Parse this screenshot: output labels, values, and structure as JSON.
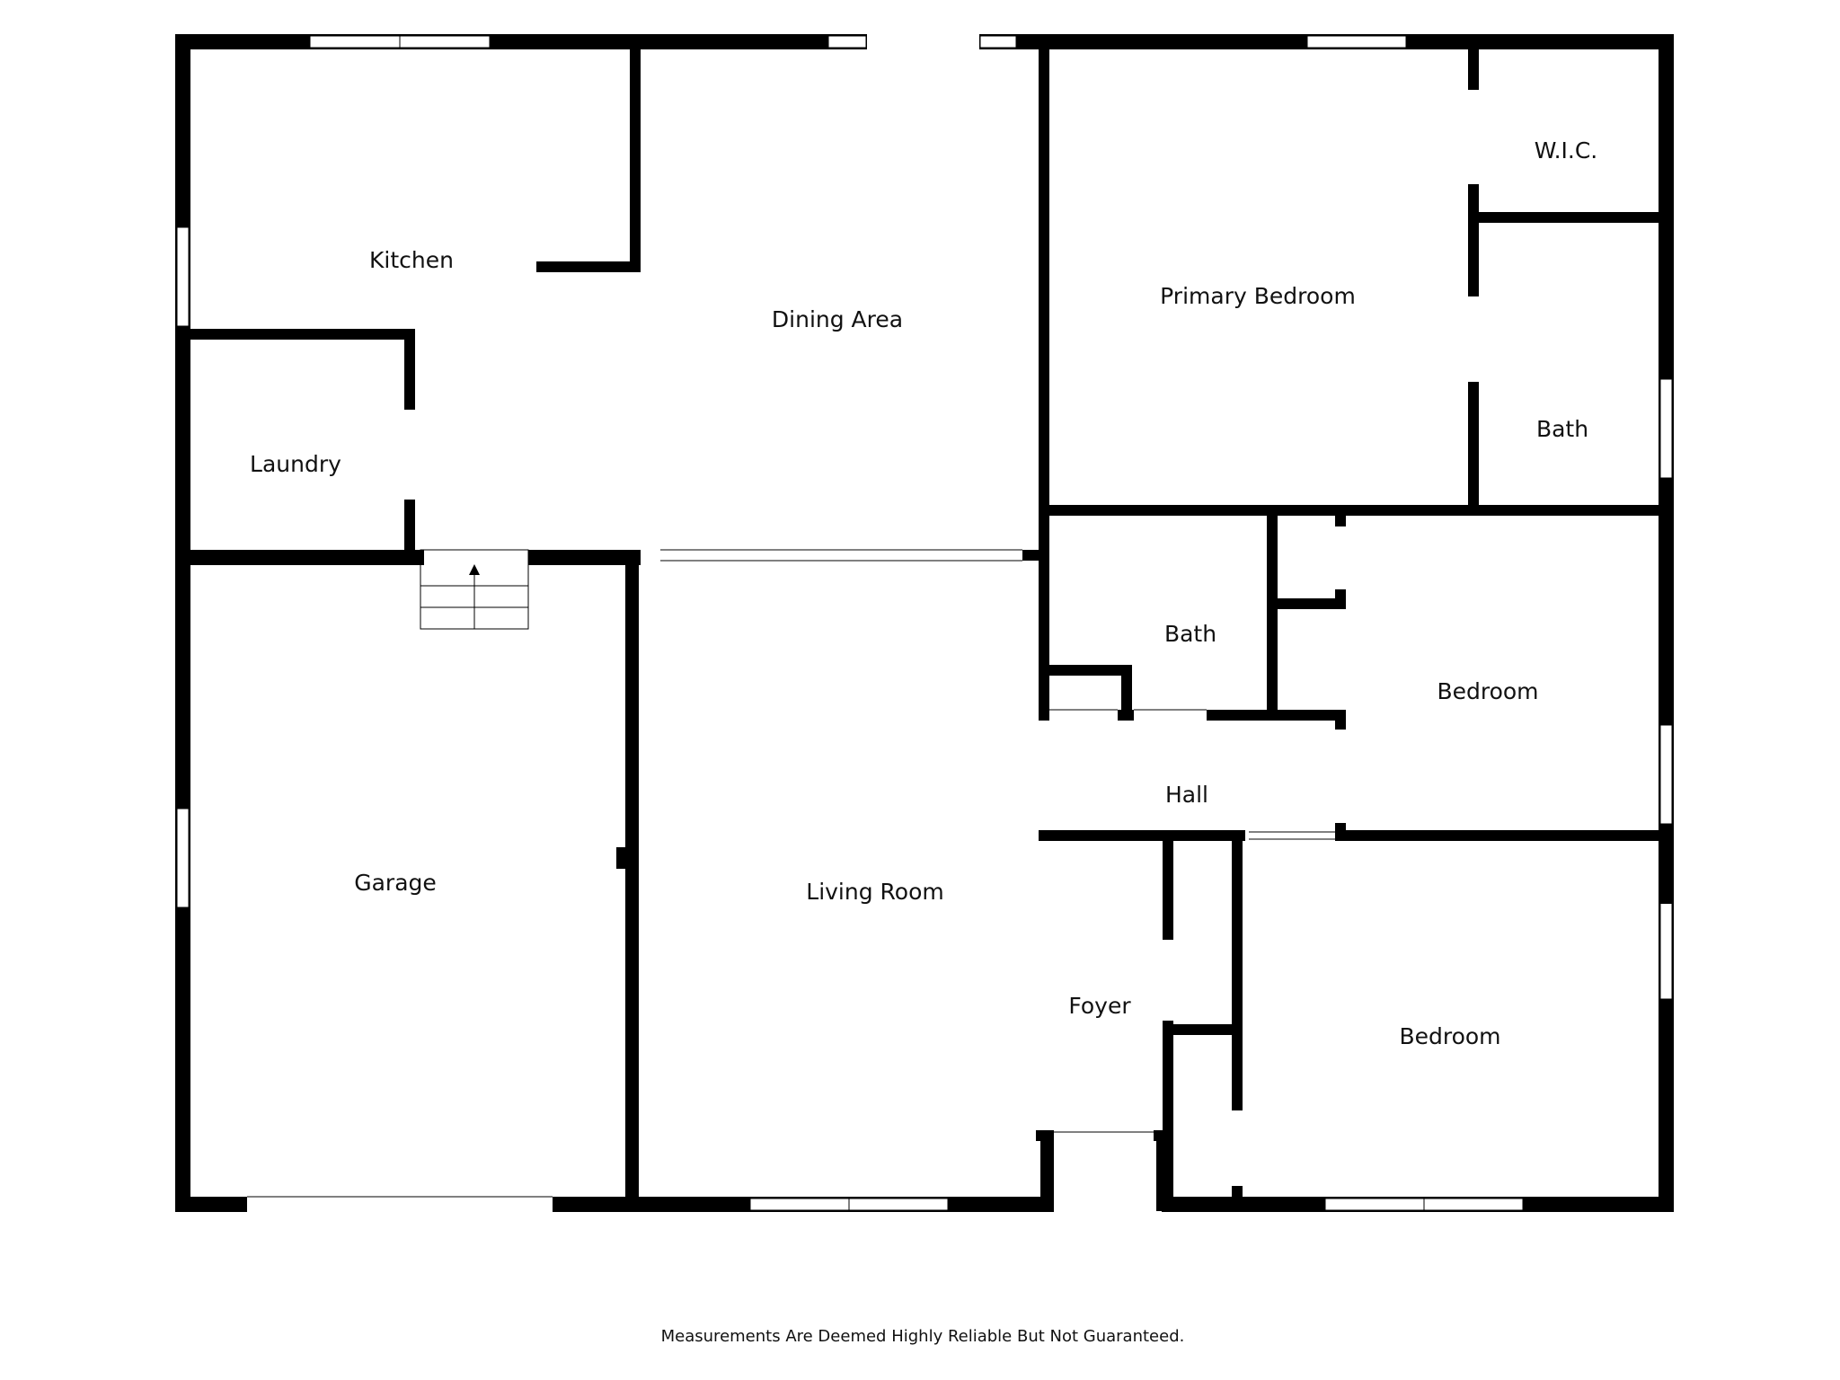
{
  "rooms": {
    "kitchen": "Kitchen",
    "dining_area": "Dining Area",
    "primary_bedroom": "Primary Bedroom",
    "wic": "W.I.C.",
    "bath_primary": "Bath",
    "laundry": "Laundry",
    "bath_hall": "Bath",
    "bedroom_upper": "Bedroom",
    "hall": "Hall",
    "garage": "Garage",
    "living_room": "Living Room",
    "foyer": "Foyer",
    "bedroom_lower": "Bedroom"
  },
  "footer": {
    "disclaimer": "Measurements Are Deemed Highly Reliable But Not Guaranteed."
  },
  "colors": {
    "wall": "#000000",
    "background": "#ffffff"
  }
}
